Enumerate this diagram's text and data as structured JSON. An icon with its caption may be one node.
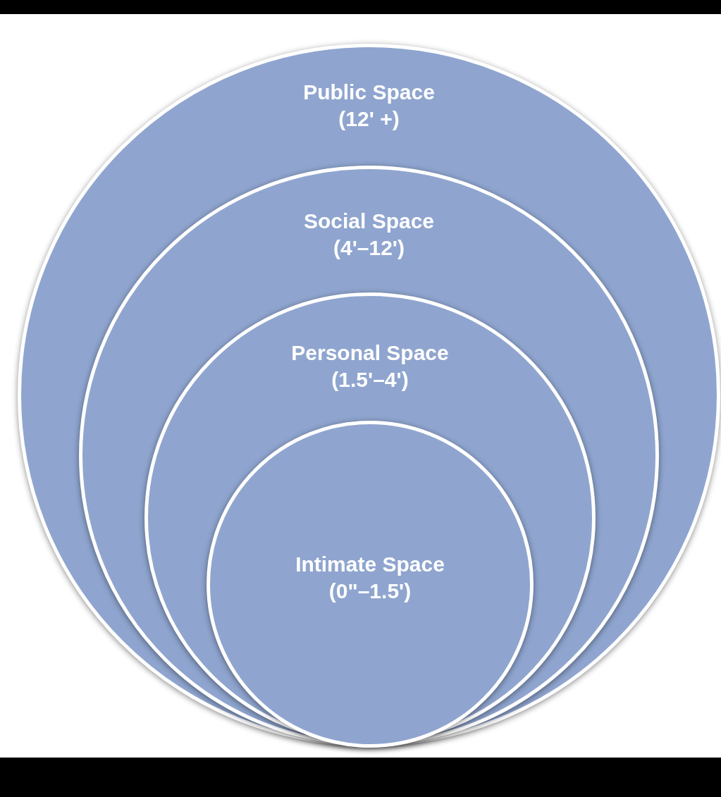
{
  "diagram": {
    "nodes": [
      {
        "text": [
          "Public Space",
          "(12' +)"
        ]
      },
      {
        "text": [
          "Social Space",
          "(4'–12')"
        ],
        "in": 0
      },
      {
        "text": [
          "Personal Space",
          "(1.5'–4')"
        ],
        "in": 1
      },
      {
        "text": [
          "Intimate Space",
          "(0\"–1.5')"
        ],
        "in": 2
      }
    ]
  }
}
